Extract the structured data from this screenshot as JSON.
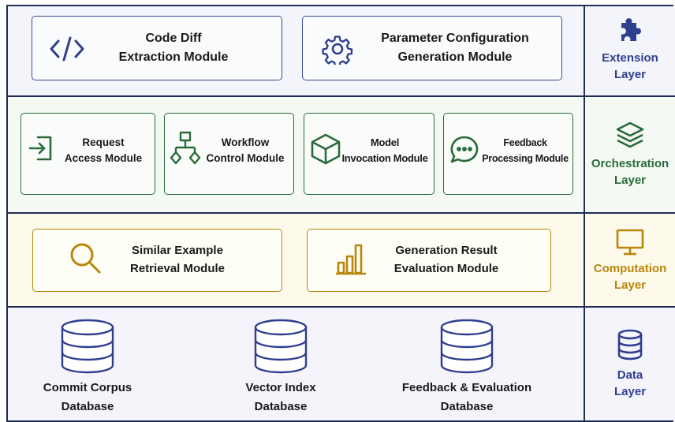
{
  "colors": {
    "extension": "#2f3f8f",
    "orchestration": "#2a6a3a",
    "computation": "#b8860b",
    "data": "#2f3f8f",
    "extension_bg": "#f4f5fb",
    "orchestration_bg": "#f4f9f4",
    "computation_bg": "#fdfaec",
    "data_bg": "#f5f4fb",
    "border": "#1e2f52"
  },
  "layers": {
    "extension": {
      "label": "Extension\nLayer",
      "icon": "puzzle-icon",
      "modules": [
        {
          "label": "Code Diff\nExtraction Module",
          "icon": "code-icon"
        },
        {
          "label": "Parameter Configuration\nGeneration Module",
          "icon": "gear-icon"
        }
      ]
    },
    "orchestration": {
      "label": "Orchestration\nLayer",
      "icon": "layers-icon",
      "modules": [
        {
          "label": "Request\nAccess Module",
          "icon": "login-icon"
        },
        {
          "label": "Workflow\nControl Module",
          "icon": "workflow-icon"
        },
        {
          "label": "Model\nInvocation Module",
          "icon": "cube-icon"
        },
        {
          "label": "Feedback\nProcessing Module",
          "icon": "chat-icon"
        }
      ]
    },
    "computation": {
      "label": "Computation\nLayer",
      "icon": "monitor-icon",
      "modules": [
        {
          "label": "Similar Example\nRetrieval Module",
          "icon": "search-icon"
        },
        {
          "label": "Generation Result\nEvaluation Module",
          "icon": "bar-chart-icon"
        }
      ]
    },
    "data": {
      "label": "Data\nLayer",
      "icon": "database-icon",
      "databases": [
        {
          "label": "Commit Corpus\nDatabase",
          "icon": "database-icon"
        },
        {
          "label": "Vector Index\nDatabase",
          "icon": "database-icon"
        },
        {
          "label": "Feedback & Evaluation\nDatabase",
          "icon": "database-icon"
        }
      ]
    }
  }
}
